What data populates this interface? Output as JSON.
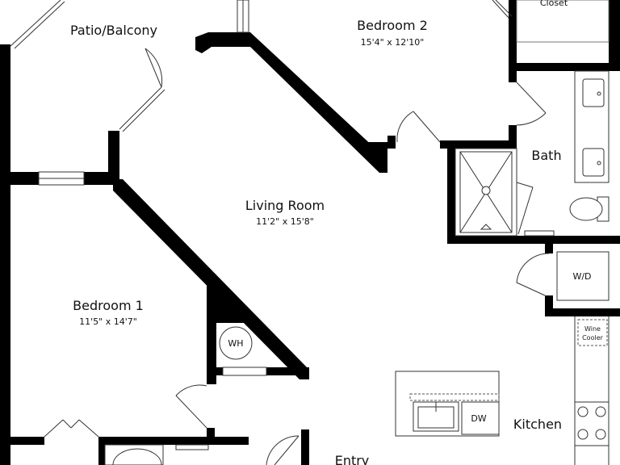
{
  "rooms": {
    "patio": {
      "name": "Patio/Balcony"
    },
    "bedroom2": {
      "name": "Bedroom 2",
      "dims": "15'4\" x 12'10\""
    },
    "closet": {
      "name": "Closet"
    },
    "bath": {
      "name": "Bath"
    },
    "living": {
      "name": "Living Room",
      "dims": "11'2\" x 15'8\""
    },
    "bedroom1": {
      "name": "Bedroom 1",
      "dims": "11'5\" x 14'7\""
    },
    "kitchen": {
      "name": "Kitchen"
    },
    "entry": {
      "name": "Entry"
    }
  },
  "fixtures": {
    "water_heater": "WH",
    "washer_dryer": "W/D",
    "wine_cooler_line1": "Wine",
    "wine_cooler_line2": "Cooler",
    "dishwasher": "DW"
  },
  "colors": {
    "wall": "#000000",
    "fixture_line": "#333333",
    "background": "#ffffff"
  }
}
